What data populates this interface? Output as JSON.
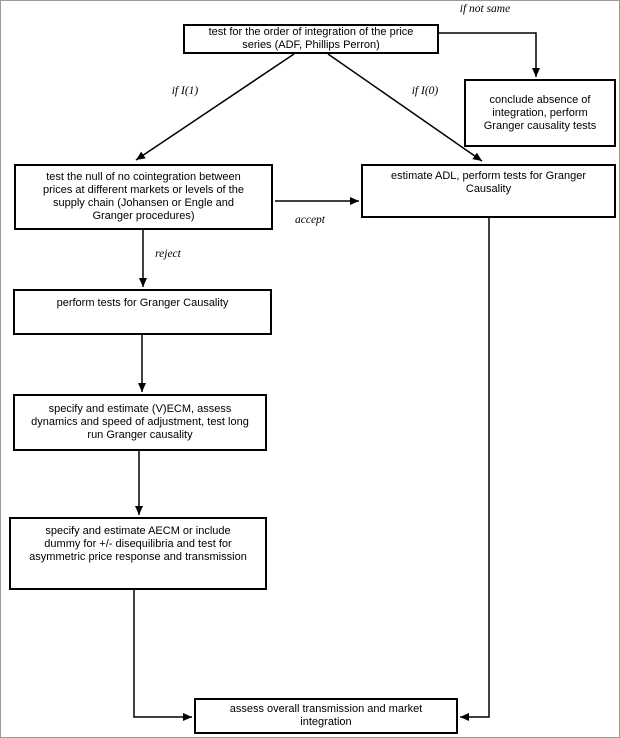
{
  "diagram": {
    "nodes": {
      "order_integration": {
        "text": "test for the order of integration of the price\nseries (ADF, Phillips Perron)"
      },
      "conclude_absence": {
        "text": "conclude absence of\nintegration, perform\nGranger causality tests"
      },
      "cointegration_test": {
        "text": "test the null of no cointegration between\nprices at different markets or levels of the\nsupply chain (Johansen or Engle and\nGranger procedures)"
      },
      "estimate_adl": {
        "text": "estimate ADL, perform tests for Granger\nCausality"
      },
      "granger_tests": {
        "text": "perform tests for Granger Causality"
      },
      "vecm": {
        "text": "specify and estimate (V)ECM, assess\ndynamics and speed of adjustment,  test long\nrun Granger causality"
      },
      "aecm": {
        "text": "specify and estimate AECM  or include\ndummy for +/- disequilibria and test for\nasymmetric price response and transmission"
      },
      "assess": {
        "text": "assess overall transmission and market\nintegration"
      }
    },
    "edge_labels": {
      "if_not_same": "if not same",
      "if_i1": "if I(1)",
      "if_i0": "if I(0)",
      "accept": "accept",
      "reject": "reject"
    },
    "edges": [
      {
        "from": "order_integration",
        "to": "conclude_absence",
        "label": "if not same"
      },
      {
        "from": "order_integration",
        "to": "cointegration_test",
        "label": "if I(1)"
      },
      {
        "from": "order_integration",
        "to": "estimate_adl",
        "label": "if I(0)"
      },
      {
        "from": "cointegration_test",
        "to": "estimate_adl",
        "label": "accept"
      },
      {
        "from": "cointegration_test",
        "to": "granger_tests",
        "label": "reject"
      },
      {
        "from": "granger_tests",
        "to": "vecm",
        "label": ""
      },
      {
        "from": "vecm",
        "to": "aecm",
        "label": ""
      },
      {
        "from": "aecm",
        "to": "assess",
        "label": ""
      },
      {
        "from": "estimate_adl",
        "to": "assess",
        "label": ""
      }
    ],
    "colors": {
      "background": "#ffffff",
      "box_fill": "#ffffff",
      "box_border": "#000000",
      "line": "#000000",
      "text": "#000000"
    }
  }
}
